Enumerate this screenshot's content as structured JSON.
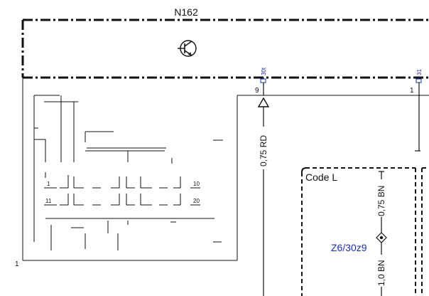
{
  "diagram": {
    "module_label": "N162",
    "connector_30t": "30t",
    "connector_31": "31",
    "pin_9": "9",
    "pin_1_right": "1",
    "pin_1_left": "1",
    "wire_red": "0,75 RD",
    "group_label": "Code L",
    "wire_brown_1": "0,75 BN",
    "splice_label": "Z6/30z9",
    "wire_brown_2": "1,0 BN",
    "row1_start": "1",
    "row1_end": "10",
    "row2_start": "11",
    "row2_end": "20",
    "colors": {
      "line": "#111111",
      "splice": "#1a2fb0",
      "connector": "#1a2fb0"
    }
  }
}
